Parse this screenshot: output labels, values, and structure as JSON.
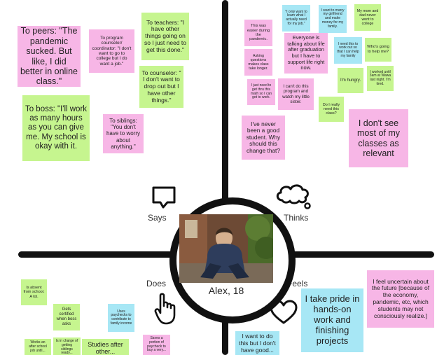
{
  "quadrants": {
    "says": "Says",
    "thinks": "Thinks",
    "does": "Does",
    "feels": "Feels"
  },
  "persona": {
    "name": "Alex, 18"
  },
  "says_notes": [
    "To peers: \"The pandemic sucked. But like, I did better in online class.\"",
    "To program counselor/ coordinator: \"I don't want to go to college but I do want a job.\"",
    "To teachers: \"I have other things going on so I just need to get this done.\"",
    "To counselor: \" I don't want to drop out but I have other things.\"",
    "To boss: \"I'll work as many hours as you can give me. My school is okay with it.",
    "To siblings: \"You don't have to worry about anything.\""
  ],
  "thinks_notes": [
    "This was easier during the pandemic.",
    "\"I only want to learn what I actually need for my job.\"",
    "I want to marry my girlfriend and make money for my family.",
    "My mom and dad never went to college",
    "Asking questions makes class take longer.",
    "Everyone is talking about life after graduation but I have to support life right now.",
    "I need this to work out so that I can help my family",
    "Who's going to help me?",
    "I'm hungry.",
    "I just need to get thru this math so I can get to work.",
    "I can't do this program and watch my little sister.",
    "I worked until 3am at Wawa last night. I'm tired.",
    "Do I really need this class?",
    "I've never been a good student. Why should this change that?",
    "I don't see most of my classes as relevant"
  ],
  "does_notes": [
    "Is absent from school. A lot.",
    "Gets certified when boss asks",
    "Uses paychecks to contribute to family income",
    "Works an after school job until...",
    "Is in charge of getting siblings ready...",
    "Studies after other...",
    "Saves a portion of paycheck to buy a very..."
  ],
  "feels_notes": [
    "I feel uncertain about the future [because of the economy, pandemic, etc, which students may not consciously realize.]",
    "I take pride in hands-on work and finishing projects",
    "I want to do this but I don't have good..."
  ],
  "colors": {
    "pink": "#f7b6e6",
    "green": "#c6f58f",
    "blue": "#a7e7f5",
    "axis": "#111111"
  },
  "icons": [
    "speech-bubble-icon",
    "thought-cloud-icon",
    "pointing-hand-icon",
    "heart-icon"
  ]
}
